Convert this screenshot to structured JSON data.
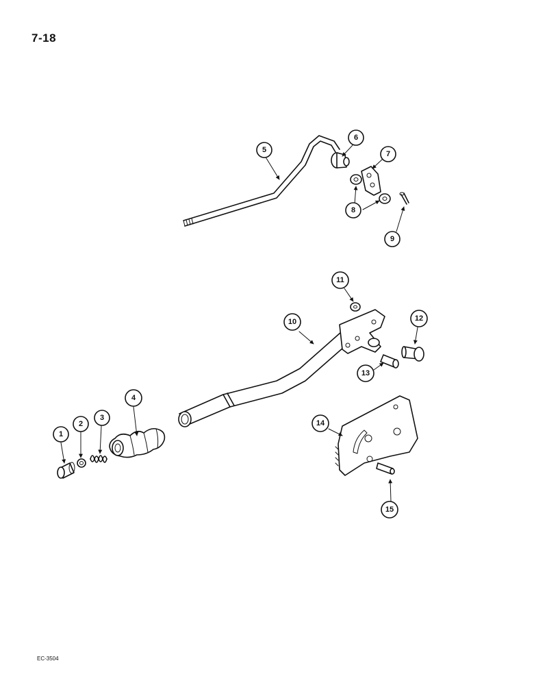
{
  "page_number": "7-18",
  "footer_code": "EC-3504",
  "callouts": [
    {
      "label": "1"
    },
    {
      "label": "2"
    },
    {
      "label": "3"
    },
    {
      "label": "4"
    },
    {
      "label": "5"
    },
    {
      "label": "6"
    },
    {
      "label": "7"
    },
    {
      "label": "8"
    },
    {
      "label": "9"
    },
    {
      "label": "10"
    },
    {
      "label": "11"
    },
    {
      "label": "12"
    },
    {
      "label": "13"
    },
    {
      "label": "14"
    },
    {
      "label": "15"
    }
  ]
}
